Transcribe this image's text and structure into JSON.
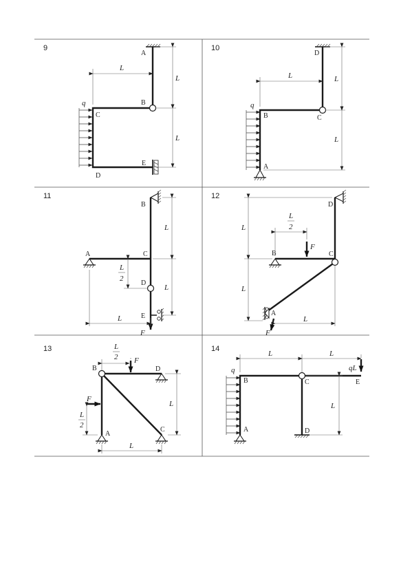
{
  "problems": [
    {
      "number": "9",
      "labels": {
        "A": "A",
        "B": "B",
        "C": "C",
        "D": "D",
        "E": "E"
      },
      "dims": {
        "L": "L"
      },
      "loads": {
        "q": "q"
      }
    },
    {
      "number": "10",
      "labels": {
        "A": "A",
        "B": "B",
        "C": "C",
        "D": "D"
      },
      "dims": {
        "L": "L"
      },
      "loads": {
        "q": "q"
      }
    },
    {
      "number": "11",
      "labels": {
        "A": "A",
        "B": "B",
        "C": "C",
        "D": "D",
        "E": "E"
      },
      "dims": {
        "L": "L",
        "half_num": "L",
        "half_den": "2"
      },
      "loads": {
        "F": "F"
      }
    },
    {
      "number": "12",
      "labels": {
        "A": "A",
        "B": "B",
        "C": "C",
        "D": "D"
      },
      "dims": {
        "L": "L",
        "half_num": "L",
        "half_den": "2"
      },
      "loads": {
        "F": "F"
      }
    },
    {
      "number": "13",
      "labels": {
        "A": "A",
        "B": "B",
        "C": "C",
        "D": "D"
      },
      "dims": {
        "L": "L",
        "half_num": "L",
        "half_den": "2"
      },
      "loads": {
        "F": "F"
      }
    },
    {
      "number": "14",
      "labels": {
        "A": "A",
        "B": "B",
        "C": "C",
        "D": "D",
        "E": "E"
      },
      "dims": {
        "L": "L"
      },
      "loads": {
        "q": "q",
        "qL": "qL"
      }
    }
  ]
}
